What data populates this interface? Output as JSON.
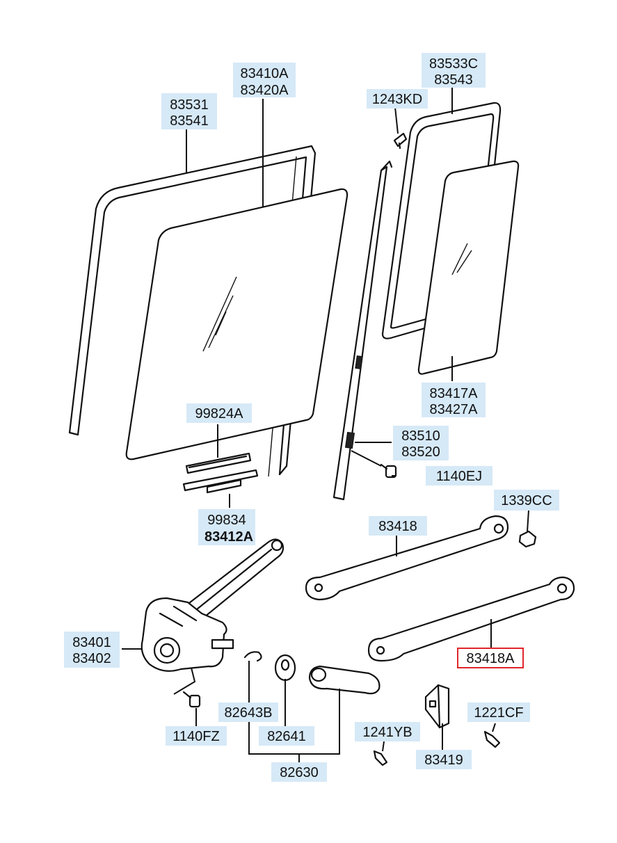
{
  "labels": {
    "l_83410A": "83410A",
    "l_83420A": "83420A",
    "l_83531": "83531",
    "l_83541": "83541",
    "l_83533C": "83533C",
    "l_83543": "83543",
    "l_1243KD": "1243KD",
    "l_83417A": "83417A",
    "l_83427A": "83427A",
    "l_99824A": "99824A",
    "l_83510": "83510",
    "l_83520": "83520",
    "l_1140EJ": "1140EJ",
    "l_1339CC": "1339CC",
    "l_99834": "99834",
    "l_83412A": "83412A",
    "l_83418": "83418",
    "l_83401": "83401",
    "l_83402": "83402",
    "l_83418A": "83418A",
    "l_82643B": "82643B",
    "l_1221CF": "1221CF",
    "l_1241YB": "1241YB",
    "l_82641": "82641",
    "l_1140FZ": "1140FZ",
    "l_83419": "83419",
    "l_82630": "82630"
  },
  "highlight_color": "#e0262b",
  "label_bg_color": "#d6e9f7"
}
